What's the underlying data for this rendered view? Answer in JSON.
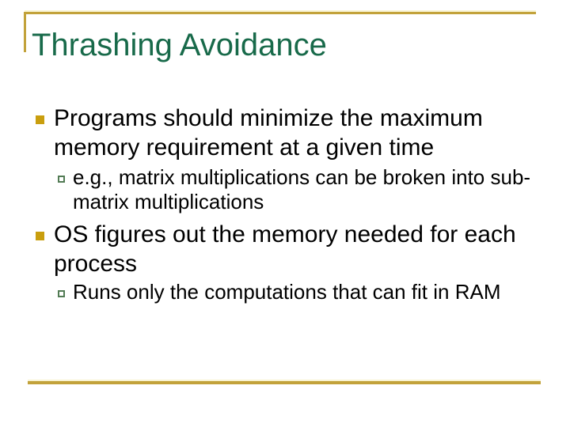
{
  "slide": {
    "title": "Thrashing Avoidance",
    "bullets": [
      {
        "text": "Programs should minimize the maximum memory requirement at a given time",
        "sub": [
          "e.g., matrix multiplications can be broken into sub-matrix multiplications"
        ]
      },
      {
        "text": "OS figures out the memory needed for each process",
        "sub": [
          "Runs only the computations that can fit in RAM"
        ]
      }
    ],
    "icons": {
      "level1_bullet": "filled-square",
      "level2_bullet": "outline-square"
    },
    "colors": {
      "title_color": "#186A4A",
      "accent_gold": "#C2A23B",
      "accent_pale": "#F8F3D2",
      "bullet_gold": "#C99E0E",
      "sub_bullet_outline": "#527B54",
      "body_text": "#000000",
      "background": "#FFFFFF"
    }
  }
}
